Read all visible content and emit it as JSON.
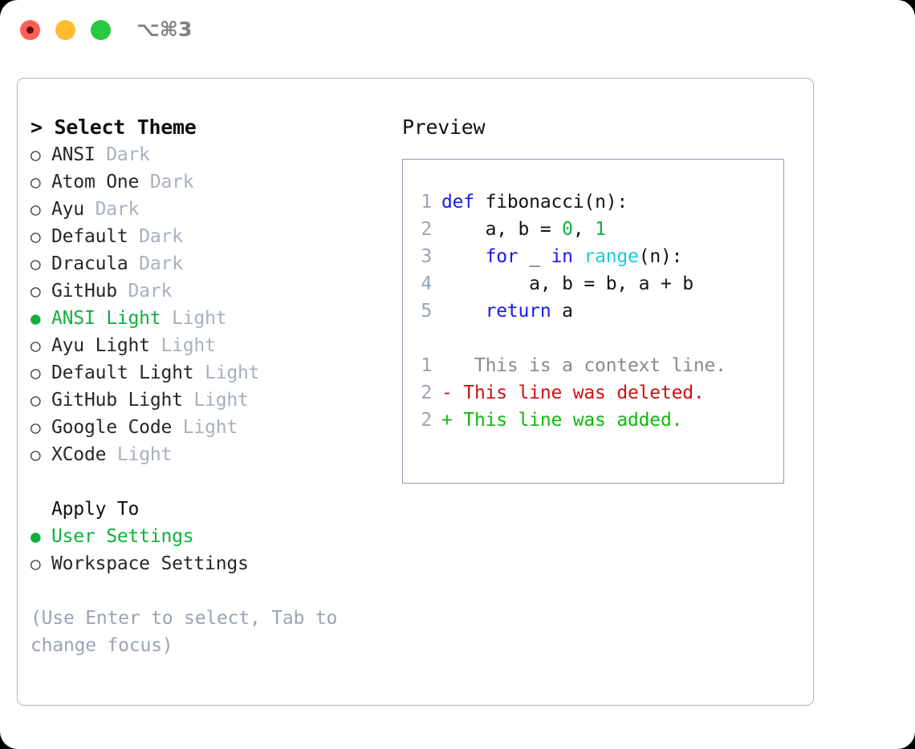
{
  "titlebar": {
    "shortcut": "⌥⌘3",
    "lights": [
      "close-red",
      "minimize-yellow",
      "maximize-green"
    ]
  },
  "theme_panel": {
    "header": "> Select Theme",
    "options": [
      {
        "marker": "○",
        "name": "ANSI",
        "kind": "Dark",
        "selected": false
      },
      {
        "marker": "○",
        "name": "Atom One",
        "kind": "Dark",
        "selected": false
      },
      {
        "marker": "○",
        "name": "Ayu",
        "kind": "Dark",
        "selected": false
      },
      {
        "marker": "○",
        "name": "Default",
        "kind": "Dark",
        "selected": false
      },
      {
        "marker": "○",
        "name": "Dracula",
        "kind": "Dark",
        "selected": false
      },
      {
        "marker": "○",
        "name": "GitHub",
        "kind": "Dark",
        "selected": false
      },
      {
        "marker": "●",
        "name": "ANSI Light",
        "kind": "Light",
        "selected": true
      },
      {
        "marker": "○",
        "name": "Ayu Light",
        "kind": "Light",
        "selected": false
      },
      {
        "marker": "○",
        "name": "Default Light",
        "kind": "Light",
        "selected": false
      },
      {
        "marker": "○",
        "name": "GitHub Light",
        "kind": "Light",
        "selected": false
      },
      {
        "marker": "○",
        "name": "Google Code",
        "kind": "Light",
        "selected": false
      },
      {
        "marker": "○",
        "name": "XCode",
        "kind": "Light",
        "selected": false
      }
    ],
    "apply_to": {
      "header": "Apply To",
      "options": [
        {
          "marker": "●",
          "name": "User Settings",
          "selected": true
        },
        {
          "marker": "○",
          "name": "Workspace Settings",
          "selected": false
        }
      ]
    },
    "hint": "(Use Enter to select, Tab to change focus)"
  },
  "preview": {
    "title": "Preview",
    "code_lines": [
      {
        "num": "1",
        "tokens": [
          {
            "t": "def ",
            "c": "kw"
          },
          {
            "t": "fibonacci(n):",
            "c": "id"
          }
        ]
      },
      {
        "num": "2",
        "tokens": [
          {
            "t": "    a, b = ",
            "c": "plain"
          },
          {
            "t": "0",
            "c": "num"
          },
          {
            "t": ", ",
            "c": "plain"
          },
          {
            "t": "1",
            "c": "num"
          }
        ]
      },
      {
        "num": "3",
        "tokens": [
          {
            "t": "    ",
            "c": "plain"
          },
          {
            "t": "for",
            "c": "kw"
          },
          {
            "t": " _ ",
            "c": "plain"
          },
          {
            "t": "in",
            "c": "kw"
          },
          {
            "t": " ",
            "c": "plain"
          },
          {
            "t": "range",
            "c": "fn"
          },
          {
            "t": "(n):",
            "c": "id"
          }
        ]
      },
      {
        "num": "4",
        "tokens": [
          {
            "t": "        a, b = b, a + b",
            "c": "plain"
          }
        ]
      },
      {
        "num": "5",
        "tokens": [
          {
            "t": "    ",
            "c": "plain"
          },
          {
            "t": "return",
            "c": "kw"
          },
          {
            "t": " a",
            "c": "plain"
          }
        ]
      }
    ],
    "diff_lines": [
      {
        "num": "1",
        "sign": " ",
        "text": "  This is a context line.",
        "kind": "ctx"
      },
      {
        "num": "2",
        "sign": "-",
        "text": " This line was deleted.",
        "kind": "del"
      },
      {
        "num": "2",
        "sign": "+",
        "text": " This line was added.",
        "kind": "add"
      }
    ]
  },
  "colors": {
    "accent_green": "#11b03e",
    "keyword_blue": "#1a1ae6",
    "function_cyan": "#1ec8d8",
    "number_green": "#11b03e",
    "diff_delete_red": "#cc1111",
    "diff_add_green": "#11b80e",
    "muted_gray": "#a8b0be",
    "border_gray": "#8e99ac"
  }
}
